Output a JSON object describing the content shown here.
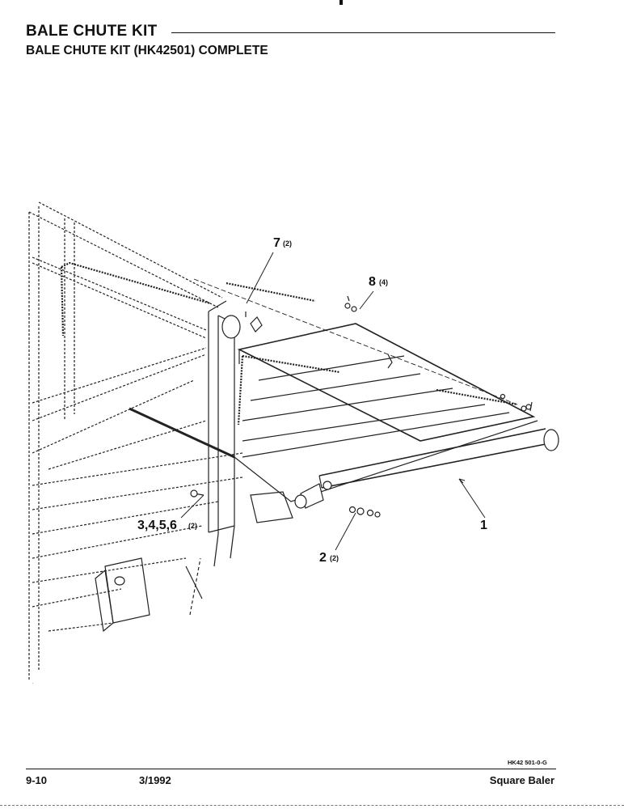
{
  "header": {
    "title": "BALE CHUTE KIT",
    "subtitle": "BALE CHUTE KIT (HK42501) COMPLETE"
  },
  "callouts": [
    {
      "id": "item-1",
      "number": "1",
      "qty": ""
    },
    {
      "id": "item-2",
      "number": "2",
      "qty": "(2)"
    },
    {
      "id": "item-3456",
      "number": "3,4,5,6",
      "qty": "(2)"
    },
    {
      "id": "item-7",
      "number": "7",
      "qty": "(2)"
    },
    {
      "id": "item-8",
      "number": "8",
      "qty": "(4)"
    }
  ],
  "drawing_number": "HK42 501-0-G",
  "footer": {
    "page": "9-10",
    "date": "3/1992",
    "model": "Square Baler"
  }
}
